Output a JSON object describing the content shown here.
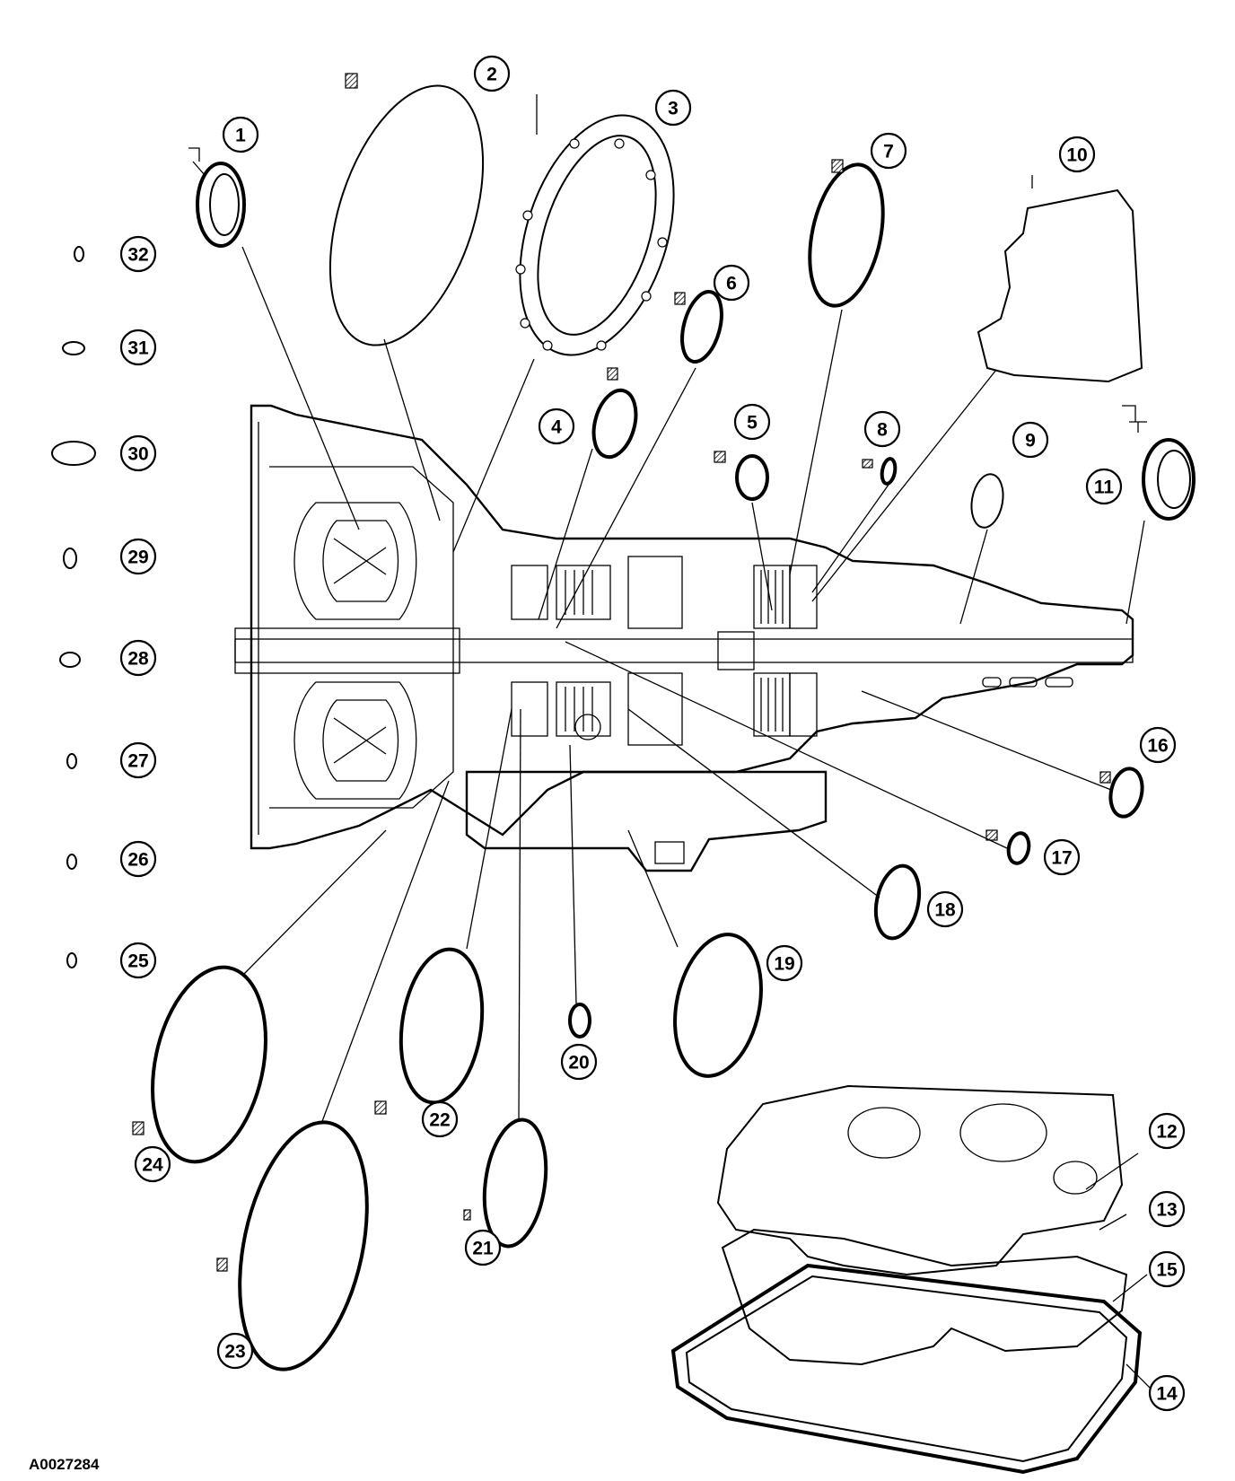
{
  "figure_id": "A0027284",
  "callouts": [
    {
      "number": "1"
    },
    {
      "number": "2"
    },
    {
      "number": "3"
    },
    {
      "number": "4"
    },
    {
      "number": "5"
    },
    {
      "number": "6"
    },
    {
      "number": "7"
    },
    {
      "number": "8"
    },
    {
      "number": "9"
    },
    {
      "number": "10"
    },
    {
      "number": "11"
    },
    {
      "number": "12"
    },
    {
      "number": "13"
    },
    {
      "number": "14"
    },
    {
      "number": "15"
    },
    {
      "number": "16"
    },
    {
      "number": "17"
    },
    {
      "number": "18"
    },
    {
      "number": "19"
    },
    {
      "number": "20"
    },
    {
      "number": "21"
    },
    {
      "number": "22"
    },
    {
      "number": "23"
    },
    {
      "number": "24"
    },
    {
      "number": "25"
    },
    {
      "number": "26"
    },
    {
      "number": "27"
    },
    {
      "number": "28"
    },
    {
      "number": "29"
    },
    {
      "number": "30"
    },
    {
      "number": "31"
    },
    {
      "number": "32"
    }
  ]
}
